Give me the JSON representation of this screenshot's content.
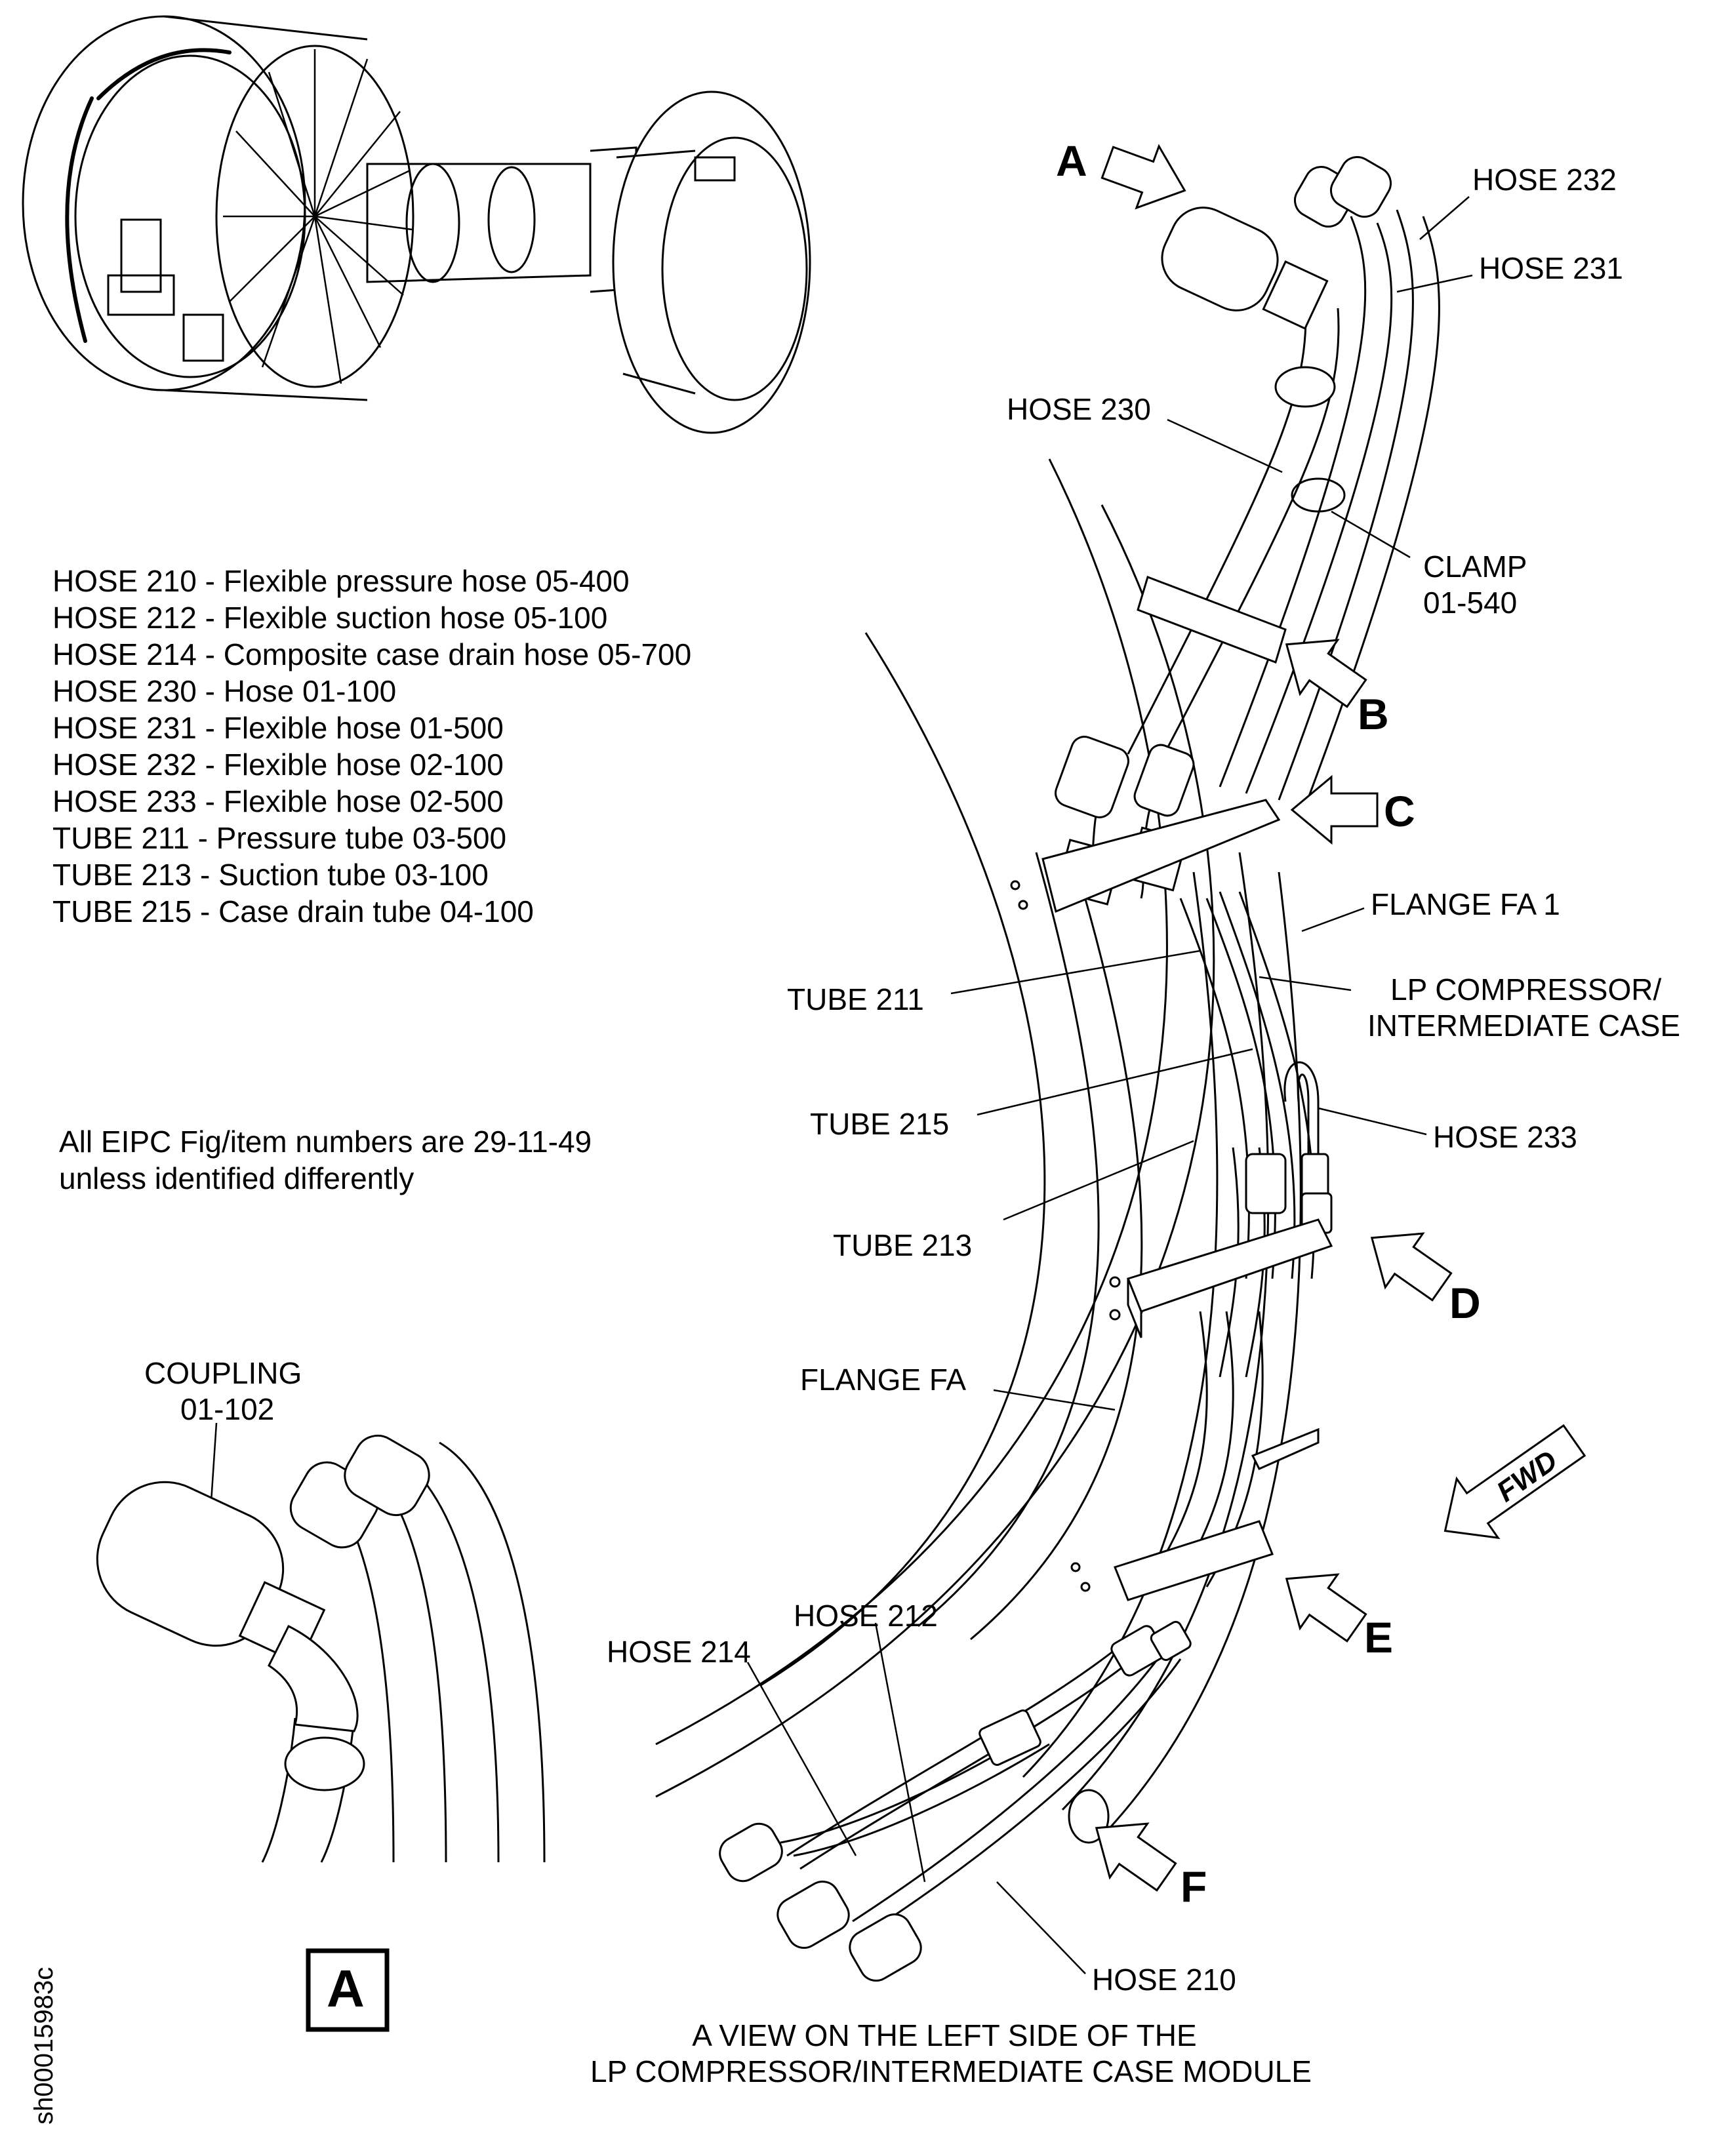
{
  "legend": [
    "HOSE 210 - Flexible pressure hose 05-400",
    "HOSE 212 - Flexible suction hose 05-100",
    "HOSE 214 - Composite case drain hose 05-700",
    "HOSE 230 - Hose 01-100",
    "HOSE 231 - Flexible hose 01-500",
    "HOSE 232 - Flexible hose 02-100",
    "HOSE 233 - Flexible hose 02-500",
    "TUBE 211 - Pressure tube 03-500",
    "TUBE 213 - Suction tube 03-100",
    "TUBE 215 - Case drain tube 04-100"
  ],
  "note": [
    "All EIPC Fig/item numbers are 29-11-49",
    "unless identified differently"
  ],
  "labels": {
    "hose_232": "HOSE 232",
    "hose_231": "HOSE 231",
    "hose_230": "HOSE 230",
    "clamp": [
      "CLAMP",
      "01-540"
    ],
    "flange_fa1": "FLANGE FA 1",
    "lp_compressor": [
      "LP COMPRESSOR/",
      "INTERMEDIATE CASE"
    ],
    "tube_211": "TUBE 211",
    "tube_215": "TUBE 215",
    "hose_233": "HOSE 233",
    "tube_213": "TUBE 213",
    "flange_fa": "FLANGE FA",
    "hose_212": "HOSE 212",
    "hose_214": "HOSE 214",
    "hose_210": "HOSE 210",
    "coupling": [
      "COUPLING",
      "01-102"
    ]
  },
  "view_arrows": [
    "A",
    "B",
    "C",
    "D",
    "E",
    "F"
  ],
  "fwd_label": "FWD",
  "detail_box": "A",
  "caption": [
    "A VIEW ON THE LEFT SIDE OF THE",
    "LP COMPRESSOR/INTERMEDIATE CASE MODULE"
  ],
  "sheet_id": "sh00015983c"
}
